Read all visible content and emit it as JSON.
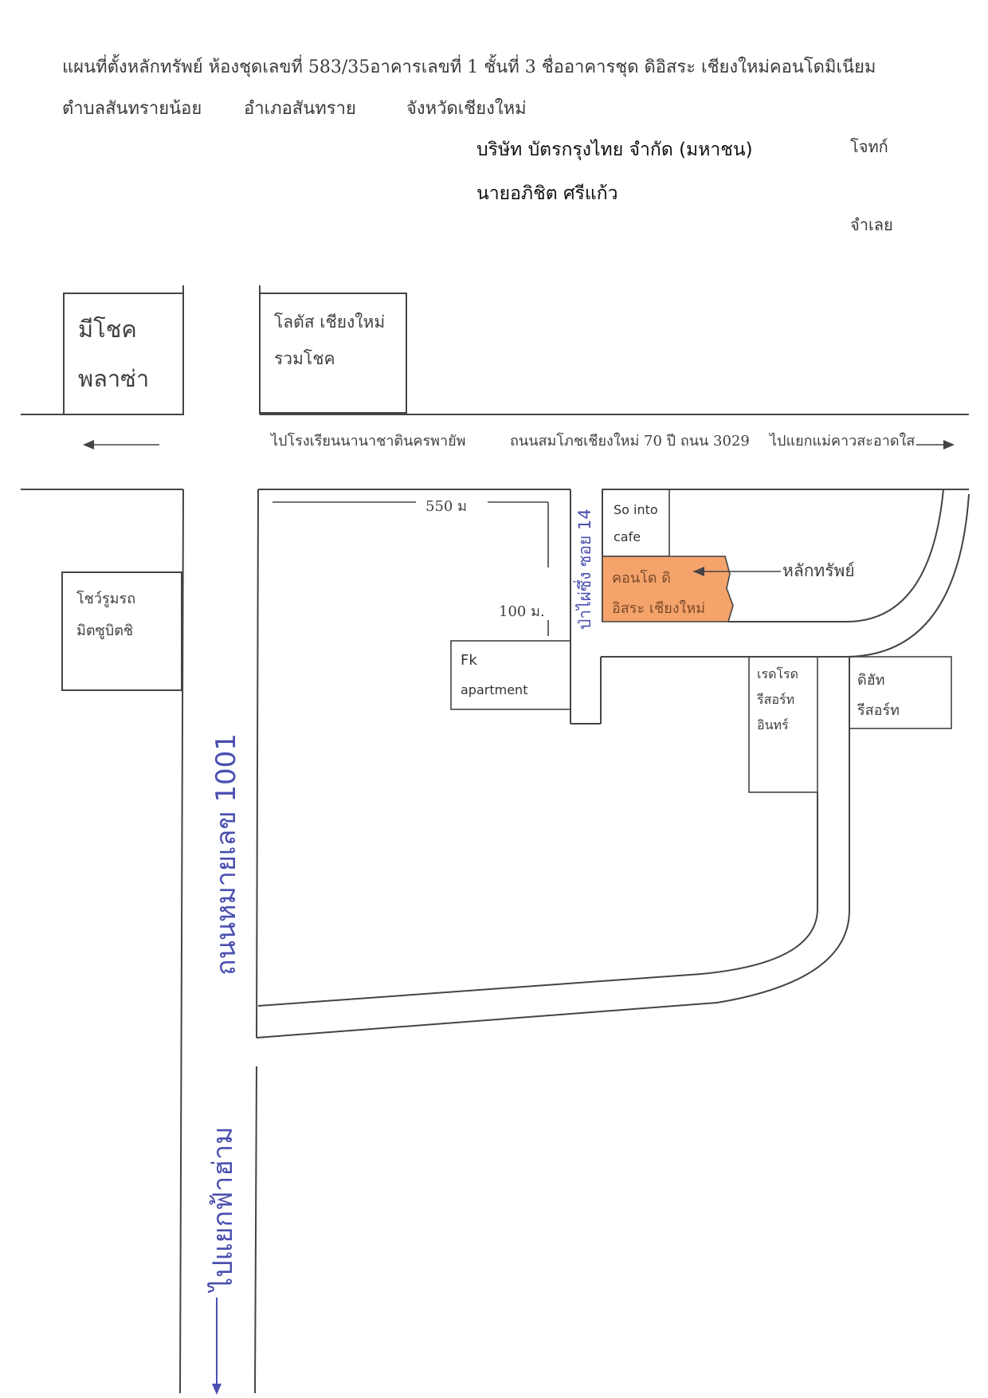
{
  "header": {
    "line1": "แผนที่ตั้งหลักทรัพย์ ห้องชุดเลขที่ 583/35อาคารเลขที่ 1 ชั้นที่ 3  ชื่ออาคารชุด ดิอิสระ เชียงใหม่คอนโดมิเนียม",
    "subdistrict": "ตำบลสันทรายน้อย",
    "district": "อำเภอสันทราย",
    "province": "จังหวัดเชียงใหม่",
    "plaintiff": "บริษัท บัตรกรุงไทย จำกัด (มหาชน)",
    "plaintiff_role": "โจทก์",
    "defendant": "นายอภิชิต  ศรีแก้ว",
    "defendant_role": "จำเลย"
  },
  "map": {
    "meechok_line1": "มีโชค",
    "meechok_line2": "พลาซ่า",
    "lotus_line1": "โลตัส เชียงใหม่",
    "lotus_line2": "รวมโชค",
    "to_school": "ไปโรงเรียนนานาชาติ​นครพายัพ",
    "main_road": "ถนนสมโภชเชียงใหม่ 70 ปี ถนน 3029",
    "to_junction": "ไปแยกแม่คาวสะอาดใส",
    "showroom_line1": "โชว์รูมรถ",
    "showroom_line2": "มิตซูบิตชิ",
    "dist_550": "550 ม",
    "dist_100": "100 ม.",
    "soi": "ป่าไผ่ซึ่ง ซอย 14",
    "sointo_line1": "So into",
    "sointo_line2": "cafe",
    "condo_line1": "คอนโด   ดิ",
    "condo_line2": "อิสระ เชียงใหม่",
    "property_label": "หลักทรัพย์",
    "fk_line1": "Fk",
    "fk_line2": "apartment",
    "redroad_line1": "เรดโรด",
    "redroad_line2": "รีสอร์ท",
    "redroad_line3": "อินทร์",
    "dehut_line1": "ดิฮัท",
    "dehut_line2": "รีสอร์ท",
    "road_1001": "ถนนหมายเลข 1001",
    "to_faham": "ไปแยกฟ้าฮ่าม",
    "condo_color": "#f4a36b"
  }
}
